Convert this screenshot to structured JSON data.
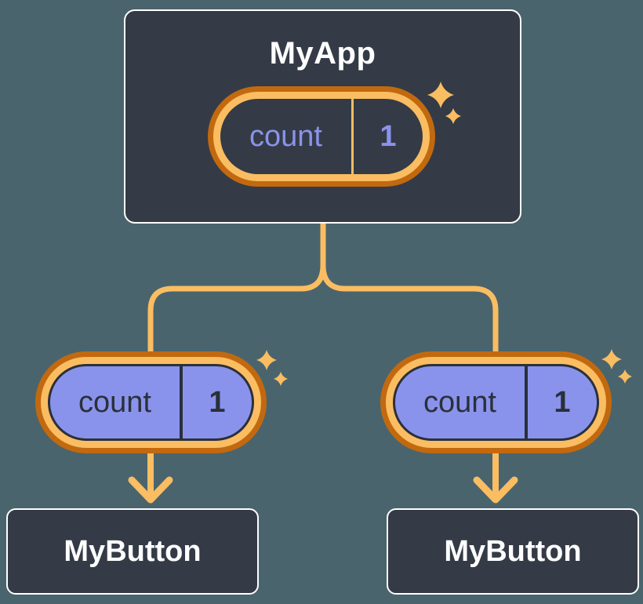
{
  "colors": {
    "background": "#4A646D",
    "node_background": "#343B46",
    "node_border": "#FFFFFF",
    "orange_dark": "#C2690F",
    "orange_light": "#FABD62",
    "purple": "#8A93EB",
    "pill_text_dark": "#2A303B",
    "title_text": "#FFFFFF"
  },
  "icons": {
    "sparkle": "sparkle-icon",
    "arrow": "arrow-down-icon",
    "fork": "fork-connector-line"
  },
  "root": {
    "title": "MyApp",
    "state": {
      "label": "count",
      "value": "1"
    }
  },
  "children": [
    {
      "title": "MyButton",
      "prop": {
        "label": "count",
        "value": "1"
      }
    },
    {
      "title": "MyButton",
      "prop": {
        "label": "count",
        "value": "1"
      }
    }
  ]
}
